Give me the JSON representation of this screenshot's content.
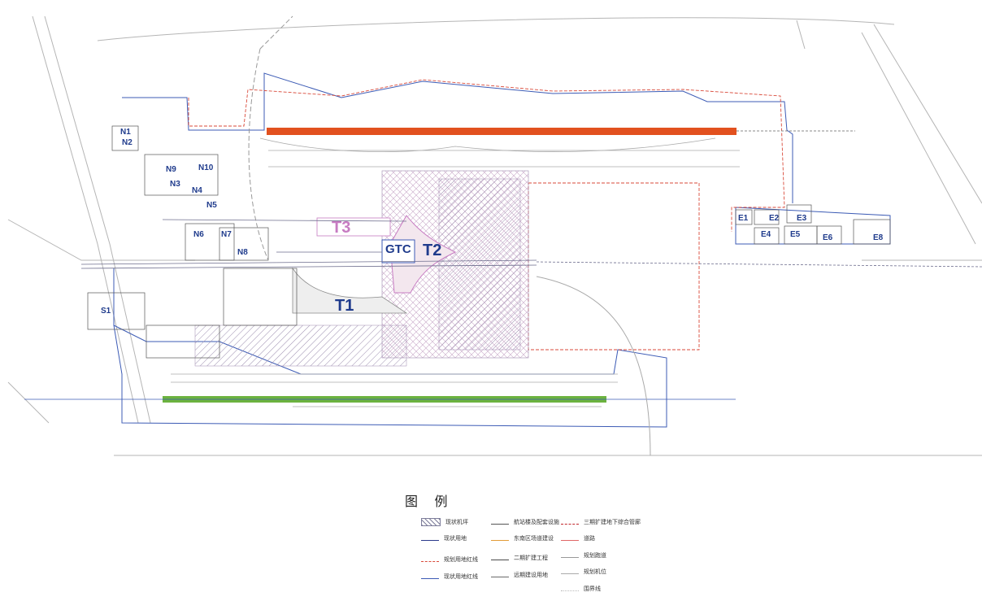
{
  "terminals": [
    {
      "id": "t1",
      "label": "T1"
    },
    {
      "id": "t2",
      "label": "T2"
    },
    {
      "id": "t3",
      "label": "T3"
    },
    {
      "id": "gtc",
      "label": "GTC"
    }
  ],
  "zones": [
    "N1",
    "N2",
    "N3",
    "N4",
    "N5",
    "N6",
    "N7",
    "N8",
    "N9",
    "N10",
    "E1",
    "E2",
    "E3",
    "E4",
    "E5",
    "E6",
    "E8",
    "S1"
  ],
  "legend": {
    "title": "图 例",
    "items": [
      {
        "label": "现状机坪",
        "color": "#7d7d9a",
        "style": "hatch"
      },
      {
        "label": "现状用地",
        "color": "#2b3a8c",
        "style": "solid"
      },
      {
        "label": "规划用地红线",
        "color": "#d94a3a",
        "style": "dash"
      },
      {
        "label": "现状用地红线",
        "color": "#3c5bb5",
        "style": "solid"
      },
      {
        "label": "航站楼及配套设施",
        "color": "#555555",
        "style": "solid"
      },
      {
        "label": "东南区场道建设",
        "color": "#e39b37",
        "style": "solid"
      },
      {
        "label": "二期扩建工程",
        "color": "#4a4a4a",
        "style": "solid"
      },
      {
        "label": "远期建设用地",
        "color": "#6b6b6b",
        "style": "solid"
      },
      {
        "label": "三期扩建地下综合管廊",
        "color": "#c1272d",
        "style": "dash"
      },
      {
        "label": "道路",
        "color": "#e06666",
        "style": "solid"
      },
      {
        "label": "规划跑道",
        "color": "#999999",
        "style": "solid"
      },
      {
        "label": "规划机位",
        "color": "#aaaaaa",
        "style": "solid"
      },
      {
        "label": "围界线",
        "color": "#bbbbbb",
        "style": "dot"
      }
    ]
  },
  "colors": {
    "north_runway": "#e2511f",
    "south_runway": "#6cb33f",
    "boundary_blue": "#3c5bb5",
    "boundary_red": "#d94a3a",
    "terminal_fill": "#f3e7ee",
    "terminal_stroke": "#c77bc2"
  }
}
